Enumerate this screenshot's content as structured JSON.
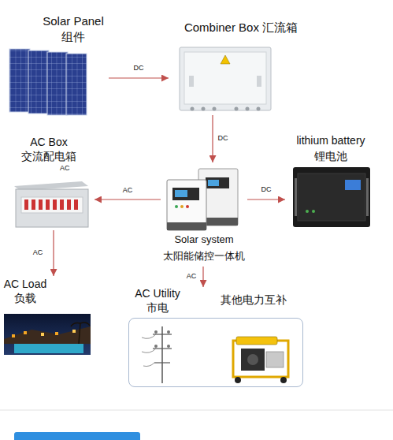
{
  "diagram": {
    "nodes": [
      {
        "text": [
          "Solar Panel",
          "组件"
        ]
      },
      {
        "text": [
          "Combiner Box 汇流箱"
        ]
      },
      {
        "text": [
          "AC Box",
          "交流配电箱"
        ]
      },
      {
        "text": [
          "Solar system",
          "太阳能储控一体机"
        ]
      },
      {
        "text": [
          "lithium battery",
          "锂电池"
        ]
      },
      {
        "text": [
          "AC Load",
          "负载"
        ]
      },
      {
        "text": [
          "AC Utility",
          "市电",
          "其他电力互补"
        ]
      }
    ],
    "edges": [
      {
        "from": 0,
        "to": 1,
        "label": "DC",
        "arrow": "to"
      },
      {
        "from": 1,
        "to": 3,
        "label": "DC",
        "arrow": "to"
      },
      {
        "from": 3,
        "to": 2,
        "label": "AC",
        "arrow": "to"
      },
      {
        "from": 3,
        "to": 4,
        "label": "DC",
        "arrow": "to"
      },
      {
        "from": 2,
        "to": 5,
        "label": "AC",
        "arrow": "to"
      },
      {
        "from": 3,
        "to": 6,
        "label": "AC",
        "arrow": "to"
      }
    ],
    "labels": [
      "AC"
    ]
  }
}
